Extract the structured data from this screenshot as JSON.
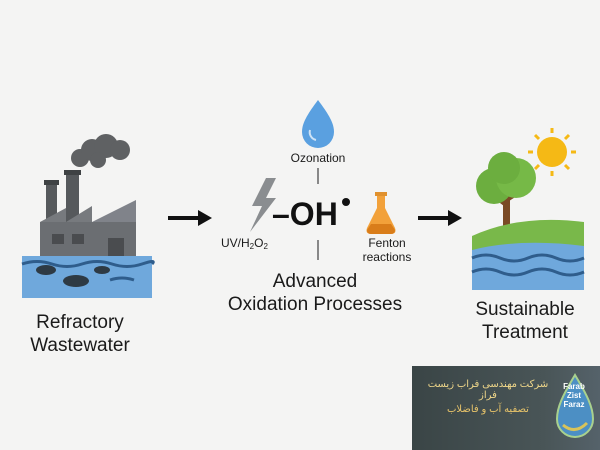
{
  "stages": {
    "input": {
      "label_line1": "Refractory",
      "label_line2": "Wastewater"
    },
    "process": {
      "label_line1": "Advanced",
      "label_line2": "Oxidation Processes",
      "center_radical": "–OH",
      "methods": {
        "top": "Ozonation",
        "left_main": "UV/H",
        "left_sub1": "2",
        "left_mid": "O",
        "left_sub2": "2",
        "right_line1": "Fenton",
        "right_line2": "reactions"
      }
    },
    "output": {
      "label_line1": "Sustainable",
      "label_line2": "Treatment"
    }
  },
  "logo": {
    "line1": "شرکت مهندسی فراب زیست فراز",
    "line2": "تصفیه آب و فاضلاب",
    "mark_line1": "Farab",
    "mark_line2": "Zist",
    "mark_line3": "Faraz"
  },
  "icons": [
    "factory-icon",
    "water-drop-icon",
    "lightning-icon",
    "flask-icon",
    "tree-icon",
    "sun-icon",
    "arrow-right-icon"
  ],
  "colors": {
    "water": "#6fa8dc",
    "factory": "#6b6e72",
    "drop": "#5aa0e0",
    "flask": "#f2a13a",
    "tree": "#6cae3f",
    "sun": "#f5b915"
  }
}
